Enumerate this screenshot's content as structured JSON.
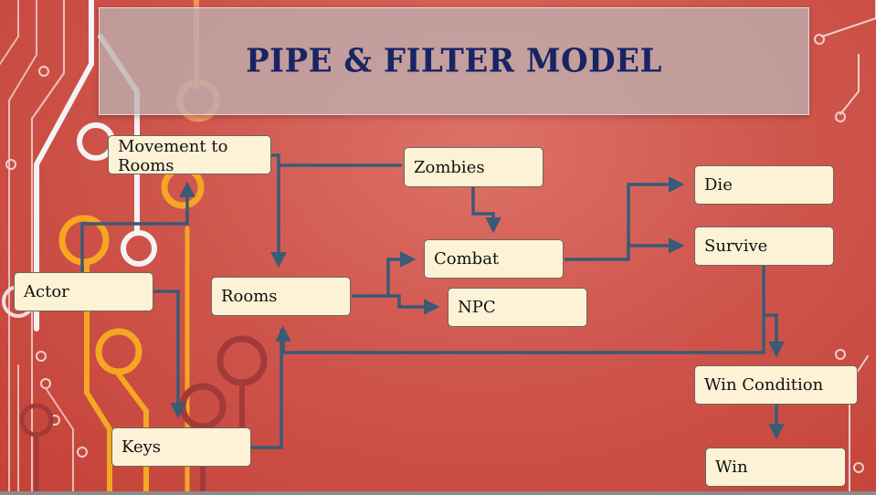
{
  "title": "PIPE & FILTER MODEL",
  "colors": {
    "background": "#cf564d",
    "title_text": "#182464",
    "node_fill": "#fdf2d6",
    "arrow": "#3a5a76"
  },
  "nodes": {
    "movement": "Movement to\nRooms",
    "zombies": "Zombies",
    "die": "Die",
    "survive": "Survive",
    "combat": "Combat",
    "actor": "Actor",
    "rooms": "Rooms",
    "npc": "NPC",
    "win_condition": "Win Condition",
    "keys": "Keys",
    "win": "Win"
  },
  "edges": [
    {
      "from": "actor",
      "to": "movement"
    },
    {
      "from": "actor",
      "to": "keys"
    },
    {
      "from": "movement",
      "to": "zombies"
    },
    {
      "from": "movement",
      "to": "rooms"
    },
    {
      "from": "zombies",
      "to": "combat"
    },
    {
      "from": "rooms",
      "to": "combat"
    },
    {
      "from": "rooms",
      "to": "npc"
    },
    {
      "from": "combat",
      "to": "die"
    },
    {
      "from": "combat",
      "to": "survive"
    },
    {
      "from": "survive",
      "to": "rooms"
    },
    {
      "from": "survive",
      "to": "win_condition"
    },
    {
      "from": "win_condition",
      "to": "win"
    },
    {
      "from": "keys",
      "to": "rooms"
    }
  ]
}
